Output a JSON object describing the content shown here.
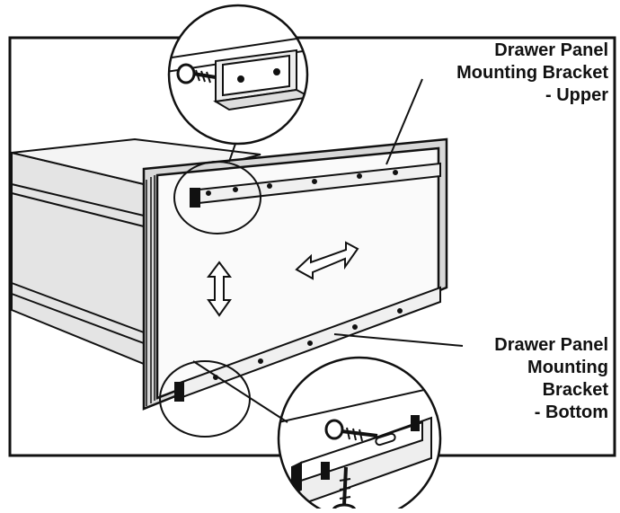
{
  "labels": {
    "upper": [
      "Drawer Panel",
      "Mounting Bracket",
      "- Upper"
    ],
    "bottom": [
      "Drawer Panel",
      "Mounting",
      "Bracket",
      "- Bottom"
    ]
  },
  "colors": {
    "ink": "#111111",
    "paper": "#ffffff",
    "panel_shade": "#d8d8d8",
    "drawer_shade": "#bfbfbf"
  }
}
